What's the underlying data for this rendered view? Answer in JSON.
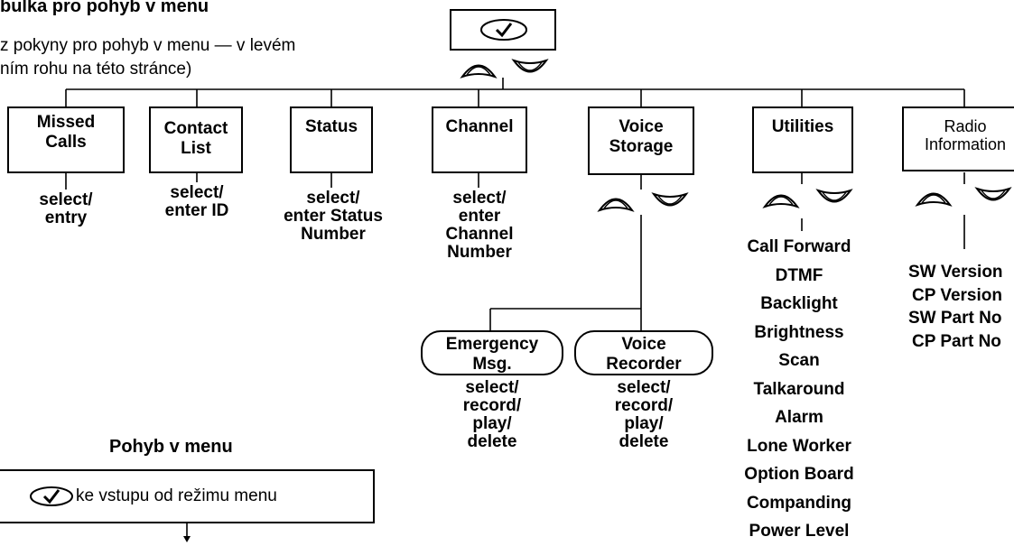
{
  "header": {
    "title": "bulka pro pohyb v menu",
    "line1": "z pokyny pro pohyb v menu — v levém",
    "line2": "ním rohu na této stránce)"
  },
  "top_icon": "check-icon",
  "menus": [
    {
      "l1": "Missed",
      "l2": "Calls",
      "action": [
        "select/",
        "entry"
      ]
    },
    {
      "l1": "Contact",
      "l2": "List",
      "action": [
        "select/",
        "enter ID"
      ]
    },
    {
      "l1": "Status",
      "l2": "",
      "action": [
        "select/",
        "enter Status",
        "Number"
      ]
    },
    {
      "l1": "Channel",
      "l2": "",
      "action": [
        "select/",
        "enter",
        "Channel",
        "Number"
      ]
    },
    {
      "l1": "Voice",
      "l2": "Storage",
      "action": []
    },
    {
      "l1": "Utilities",
      "l2": "",
      "action": []
    },
    {
      "l1": "Radio",
      "l2": "Information",
      "action": []
    }
  ],
  "voice_storage": [
    {
      "l1": "Emergency",
      "l2": "Msg.",
      "action": [
        "select/",
        "record/",
        "play/",
        "delete"
      ]
    },
    {
      "l1": "Voice",
      "l2": "Recorder",
      "action": [
        "select/",
        "record/",
        "play/",
        "delete"
      ]
    }
  ],
  "utilities_items": [
    "Call Forward",
    "DTMF",
    "Backlight",
    "Brightness",
    "Scan",
    "Talkaround",
    "Alarm",
    "Lone Worker",
    "Option Board",
    "Companding",
    "Power Level"
  ],
  "radio_info_items": [
    "SW Version",
    "CP Version",
    "SW Part No",
    "CP Part No"
  ],
  "nav": {
    "title": "Pohyb v menu",
    "step1": "ke vstupu od režimu menu"
  }
}
